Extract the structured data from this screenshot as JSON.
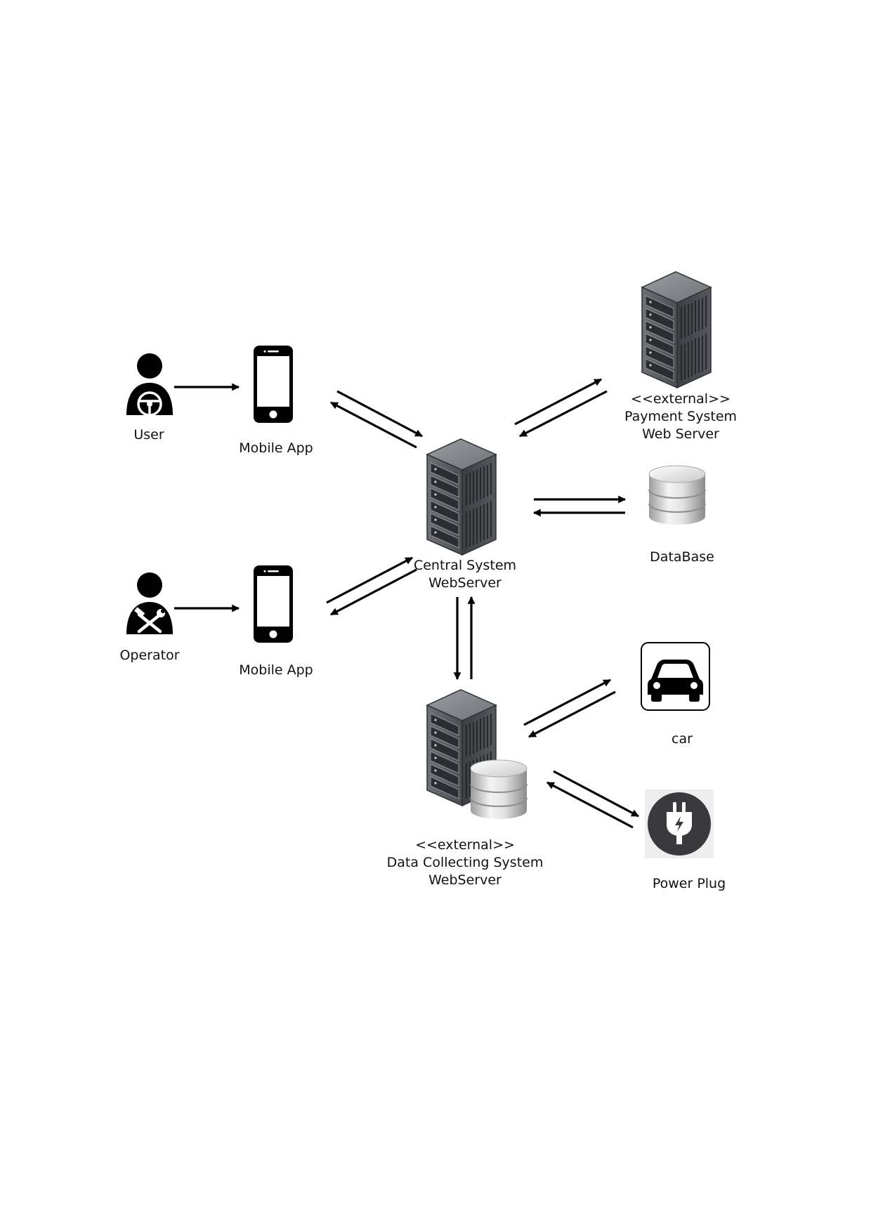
{
  "nodes": {
    "user": {
      "label": "User",
      "icon": "driver-person-icon"
    },
    "user_app": {
      "label": "Mobile App",
      "icon": "smartphone-icon"
    },
    "operator": {
      "label": "Operator",
      "icon": "mechanic-person-icon"
    },
    "operator_app": {
      "label": "Mobile App",
      "icon": "smartphone-icon"
    },
    "central": {
      "line1": "Central System",
      "line2": "WebServer",
      "icon": "server-rack-icon"
    },
    "payment": {
      "stereotype": "<<external>>",
      "line1": "Payment System",
      "line2": "Web Server",
      "icon": "server-rack-icon"
    },
    "database": {
      "label": "DataBase",
      "icon": "database-cylinder-icon"
    },
    "data_collecting": {
      "stereotype": "<<external>>",
      "line1": "Data Collecting System",
      "line2": "WebServer",
      "icon": "server-with-database-icon"
    },
    "car": {
      "label": "car",
      "icon": "car-icon"
    },
    "power_plug": {
      "label": "Power Plug",
      "icon": "power-plug-icon"
    }
  },
  "colors": {
    "arrow": "#000000",
    "server_dark": "#4a4d52",
    "server_light": "#8d9096",
    "plug_bg": "#3a393e"
  }
}
